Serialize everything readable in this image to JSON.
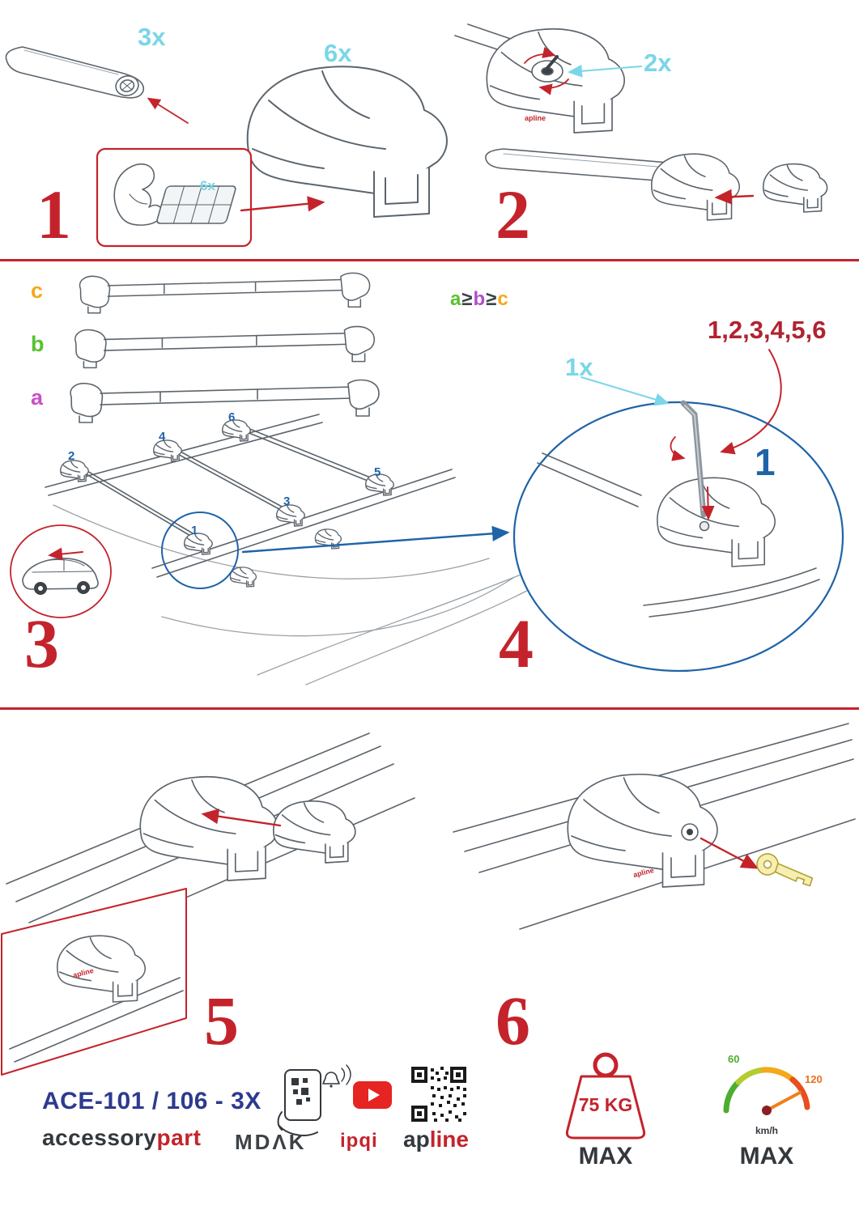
{
  "colors": {
    "accent_red": "#c4232b",
    "sequence_red": "#b02330",
    "cyan": "#7ad6e8",
    "blue": "#1f63a8",
    "navy": "#2d3a8f",
    "green": "#58c22e",
    "purple": "#b04fc9",
    "orange": "#f5a81c",
    "magenta": "#c94fc9",
    "line_gray": "#5b646c"
  },
  "icons": {
    "phone": "phone-qr-scan-icon",
    "youtube": "youtube-play-icon",
    "qr": "qr-code-icon",
    "weight": "weight-max-icon",
    "speedometer": "speedometer-icon",
    "key": "key-icon",
    "allen_key": "allen-key-icon"
  },
  "steps": {
    "s1": {
      "num": "1",
      "qty_bar": "3x",
      "qty_foot": "6x",
      "qty_pad": "6x"
    },
    "s2": {
      "num": "2",
      "qty_key": "2x",
      "brand_small": "apline"
    },
    "s3": {
      "num": "3",
      "bar_label_c": "c",
      "bar_label_b": "b",
      "bar_label_a": "a",
      "formula_a": "a",
      "formula_ge1": "≥",
      "formula_b": "b",
      "formula_ge2": "≥",
      "formula_c": "c",
      "positions": [
        "1",
        "2",
        "3",
        "4",
        "5",
        "6"
      ]
    },
    "s4": {
      "num": "4",
      "qty_tool": "1x",
      "sequence": "1,2,3,4,5,6",
      "callout_number": "1"
    },
    "s5": {
      "num": "5",
      "brand_small": "apline"
    },
    "s6": {
      "num": "6",
      "brand_small": "apline"
    }
  },
  "footer": {
    "model": "ACE-101 / 106 - 3X",
    "brand_accessory": "accessory",
    "brand_part": "part",
    "mdak": "MDΛK",
    "ipqi": "ipqi",
    "apline_ap": "ap",
    "apline_line": "line",
    "weight_value": "75 KG",
    "weight_max": "MAX",
    "speed_low": "60",
    "speed_high": "120",
    "speed_unit": "km/h",
    "speed_max": "MAX"
  }
}
